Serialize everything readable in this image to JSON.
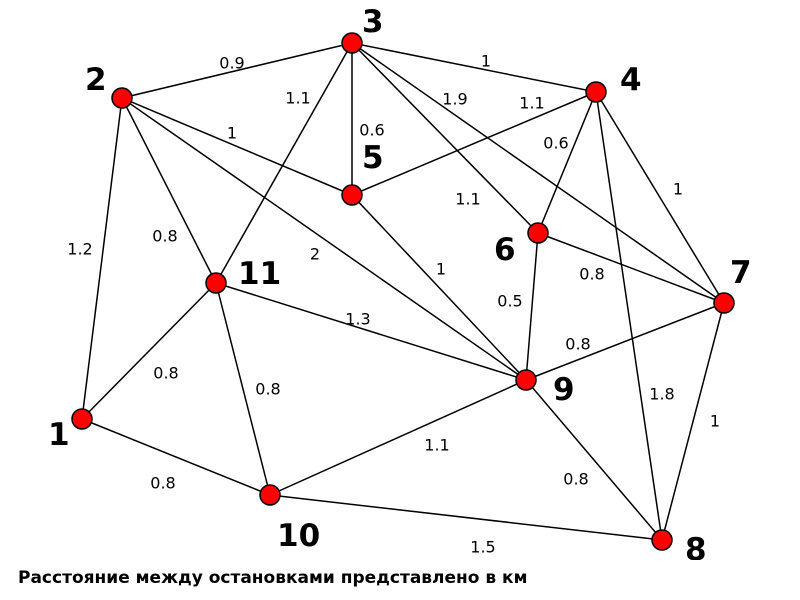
{
  "caption": "Расстояние между остановками представлено в км",
  "colors": {
    "node_fill": "#ff0000",
    "edge": "#000000"
  },
  "nodes": [
    {
      "id": "1",
      "label": "1"
    },
    {
      "id": "2",
      "label": "2"
    },
    {
      "id": "3",
      "label": "3"
    },
    {
      "id": "4",
      "label": "4"
    },
    {
      "id": "5",
      "label": "5"
    },
    {
      "id": "6",
      "label": "6"
    },
    {
      "id": "7",
      "label": "7"
    },
    {
      "id": "8",
      "label": "8"
    },
    {
      "id": "9",
      "label": "9"
    },
    {
      "id": "10",
      "label": "10"
    },
    {
      "id": "11",
      "label": "11"
    }
  ],
  "edges": [
    {
      "from": "2",
      "to": "3",
      "weight": "0.9"
    },
    {
      "from": "3",
      "to": "4",
      "weight": "1"
    },
    {
      "from": "2",
      "to": "1",
      "weight": "1.2"
    },
    {
      "from": "2",
      "to": "5",
      "weight": "1"
    },
    {
      "from": "2",
      "to": "11",
      "weight": "0.8"
    },
    {
      "from": "2",
      "to": "9",
      "weight": "2"
    },
    {
      "from": "3",
      "to": "11",
      "weight": "1.1"
    },
    {
      "from": "3",
      "to": "5",
      "weight": "0.6"
    },
    {
      "from": "3",
      "to": "7",
      "weight": "1.9"
    },
    {
      "from": "3",
      "to": "6",
      "weight": "1.1"
    },
    {
      "from": "4",
      "to": "5",
      "weight": "1.1"
    },
    {
      "from": "4",
      "to": "6",
      "weight": "0.6"
    },
    {
      "from": "4",
      "to": "7",
      "weight": "1"
    },
    {
      "from": "4",
      "to": "8",
      "weight": "1.8"
    },
    {
      "from": "5",
      "to": "9",
      "weight": "1"
    },
    {
      "from": "6",
      "to": "7",
      "weight": "0.8"
    },
    {
      "from": "6",
      "to": "9",
      "weight": "0.5"
    },
    {
      "from": "7",
      "to": "9",
      "weight": "0.8"
    },
    {
      "from": "7",
      "to": "8",
      "weight": "1"
    },
    {
      "from": "11",
      "to": "9",
      "weight": "1.3"
    },
    {
      "from": "11",
      "to": "1",
      "weight": "0.8"
    },
    {
      "from": "11",
      "to": "10",
      "weight": "0.8"
    },
    {
      "from": "1",
      "to": "10",
      "weight": "0.8"
    },
    {
      "from": "10",
      "to": "9",
      "weight": "1.1"
    },
    {
      "from": "9",
      "to": "8",
      "weight": "0.8"
    },
    {
      "from": "10",
      "to": "8",
      "weight": "1.5"
    }
  ]
}
